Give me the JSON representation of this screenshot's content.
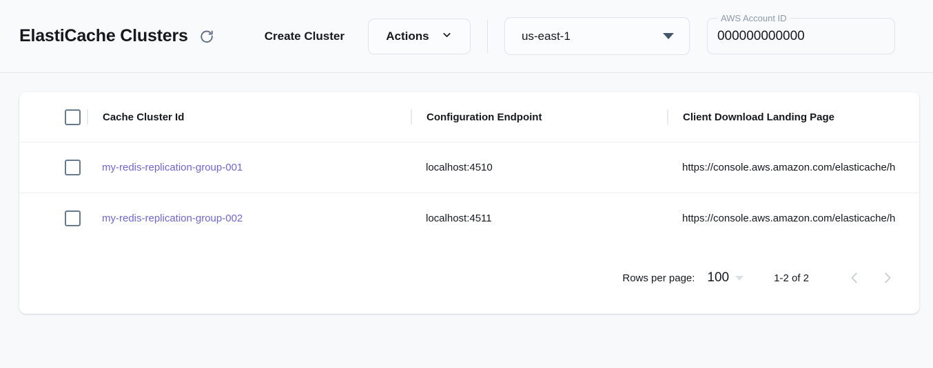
{
  "header": {
    "title": "ElastiCache Clusters",
    "refresh_icon": "refresh-icon",
    "create_cluster_label": "Create Cluster",
    "actions_label": "Actions",
    "actions_caret_icon": "chevron-down-icon",
    "region": {
      "value": "us-east-1",
      "caret_icon": "caret-down-icon"
    },
    "account": {
      "legend": "AWS Account ID",
      "value": "000000000000",
      "placeholder": "000000000000"
    }
  },
  "table": {
    "columns": [
      {
        "label": "Cache Cluster Id"
      },
      {
        "label": "Configuration Endpoint"
      },
      {
        "label": "Client Download Landing Page"
      }
    ],
    "select_all_checkbox": "select-all-checkbox",
    "rows": [
      {
        "cluster_id": "my-redis-replication-group-001",
        "configuration_endpoint": "localhost:4510",
        "landing_page": "https://console.aws.amazon.com/elasticache/h"
      },
      {
        "cluster_id": "my-redis-replication-group-002",
        "configuration_endpoint": "localhost:4511",
        "landing_page": "https://console.aws.amazon.com/elasticache/h"
      }
    ]
  },
  "pagination": {
    "rows_per_page_label": "Rows per page:",
    "rows_per_page_value": "100",
    "range_label": "1-2 of 2",
    "prev_icon": "chevron-left-icon",
    "next_icon": "chevron-right-icon"
  },
  "colors": {
    "link": "#6f66d6",
    "page_background": "#f7f9fb",
    "header_background": "#f8fafc",
    "card_background": "#ffffff",
    "checkbox_border": "#67798f",
    "icon_slate": "#5b6b80",
    "pager_chevron": "#c9cdd3"
  }
}
